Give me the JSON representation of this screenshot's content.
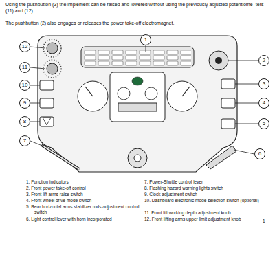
{
  "diagram": {
    "nodes": [
      {
        "text": [
          "1"
        ]
      },
      {
        "text": [
          "12"
        ]
      },
      {
        "text": [
          "2"
        ]
      },
      {
        "text": [
          "11"
        ]
      },
      {
        "text": [
          "10"
        ]
      },
      {
        "text": [
          "3"
        ]
      },
      {
        "text": [
          "9"
        ]
      },
      {
        "text": [
          "4"
        ]
      },
      {
        "text": [
          "8"
        ]
      },
      {
        "text": [
          "5"
        ]
      },
      {
        "text": [
          "7"
        ]
      },
      {
        "text": [
          "6"
        ]
      }
    ],
    "labels": [
      "Using the pushbutton (3) the implement can be raised and lowered without using the previously adjusted potentiome- ters (11) and (12).",
      "The pushbutton (2) also engages or releases the power take-off electromagnet.",
      "1. Function indicators",
      "2. Front power take-off control",
      "3. Front lift arms raise switch",
      "4. Front wheel drive mode switch",
      "5. Rear horizontal arms stabilizer rods adjustment control switch",
      "6. Light control lever with horn incorporated",
      "7. Power-Shuttle control lever",
      "8. Flashing hazard warning lights switch",
      "9. Clock adjustment switch",
      "10. Dashboard electronic mode selection switch (optional)",
      "11. Front lift working depth adjustment knob",
      "12. Front lifting arms upper limit adjustment knob",
      "1"
    ]
  }
}
